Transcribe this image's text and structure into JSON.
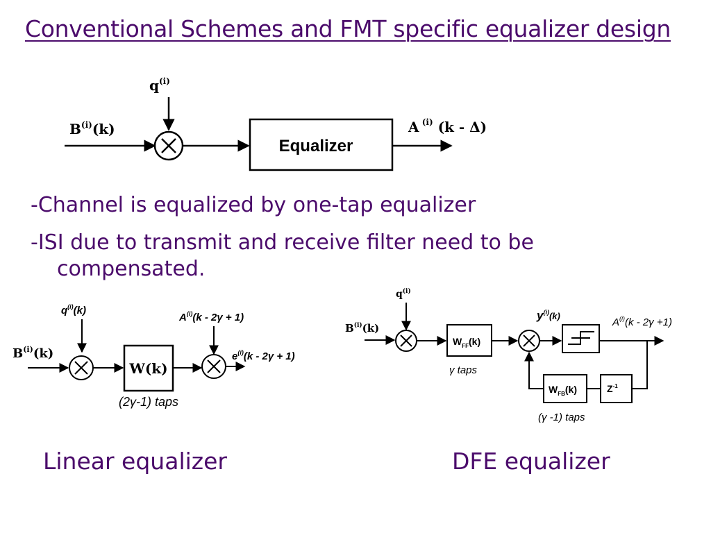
{
  "slide": {
    "title": "Conventional Schemes and FMT specific equalizer design",
    "bullets": [
      "-Channel is equalized by one-tap equalizer",
      "-ISI due to transmit and receive filter need to be compensated."
    ],
    "captions": {
      "linear": "Linear equalizer",
      "dfe": "DFE equalizer"
    }
  },
  "top_diagram": {
    "input_label": "B(i)(k)",
    "q_label": "q(i)",
    "block_label": "Equalizer",
    "output_label": "A(i)(k - Δ)",
    "mixer_symbol": "×"
  },
  "linear_diagram": {
    "input_label": "B(i)(k)",
    "q_label": "q(i)(k)",
    "block_label": "W(k)",
    "taps_label": "(2γ-1) taps",
    "ref_label": "A(i)(k - 2γ + 1)",
    "error_label": "e(i)(k - 2γ + 1)"
  },
  "dfe_diagram": {
    "input_label": "B(i)(k)",
    "q_label": "q(i)",
    "ff_label": "WFF(k)",
    "ff_taps": "γ taps",
    "y_label": "y(i)(k)",
    "output_label": "A(i)(k - 2γ +1)",
    "fb_label": "WFB(k)",
    "delay_label": "Z-1",
    "fb_taps": "(γ -1) taps"
  },
  "colors": {
    "text": "#4b0b6b",
    "diagram": "#000000"
  }
}
